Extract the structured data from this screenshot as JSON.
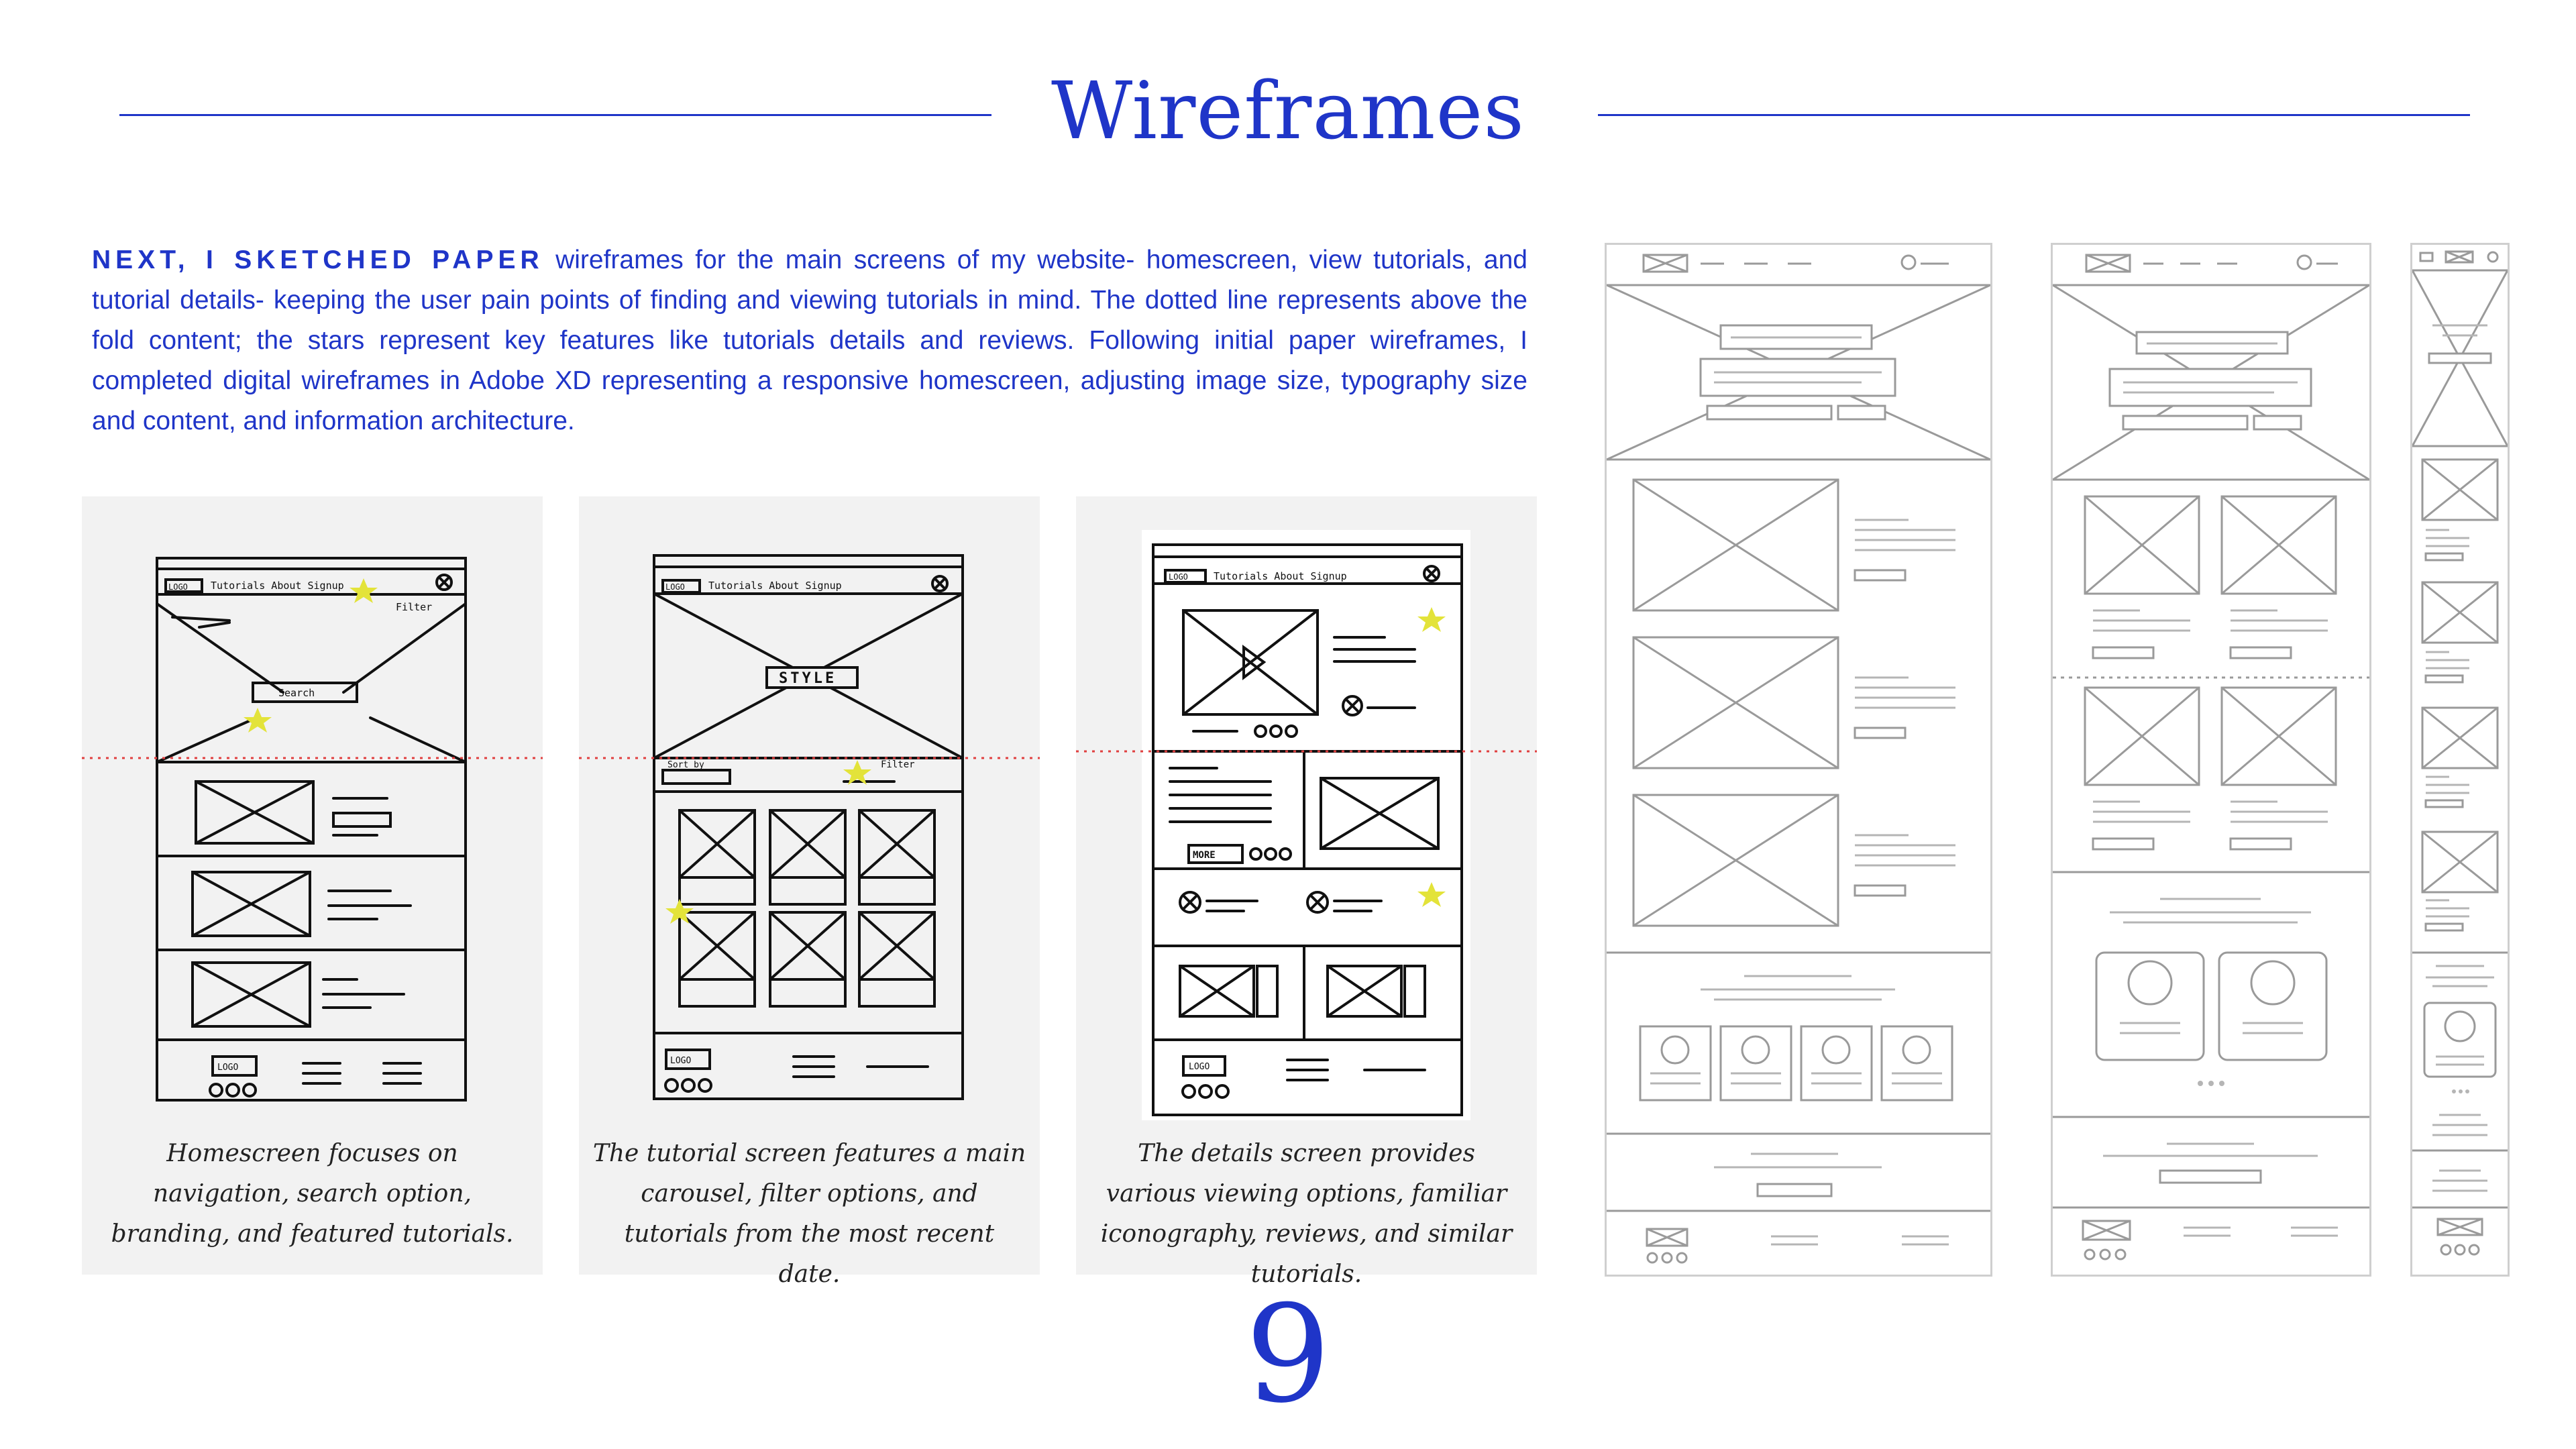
{
  "header": {
    "title": "Wireframes"
  },
  "intro": {
    "lead": "NEXT, I SKETCHED PAPER",
    "body": " wireframes for the main screens of my website- homescreen, view tutorials, and tutorial details- keeping the user pain points of finding and viewing tutorials in mind. The dotted line represents above the fold content; the stars represent key features like tutorials details and reviews. Following initial paper wireframes, I completed digital wireframes in Adobe XD representing a responsive homescreen, adjusting image size, typography size and content, and information architecture."
  },
  "sketches": [
    {
      "caption": "Homescreen focuses on navigation, search option, branding, and featured tutorials.",
      "nav_logo": "LOGO",
      "nav_links": "Tutorials About Signup",
      "filter": "Filter",
      "search": "Search",
      "footer_logo": "LOGO"
    },
    {
      "caption": "The tutorial screen features a main carousel, filter options, and tutorials from the most recent date.",
      "nav_logo": "LOGO",
      "nav_links": "Tutorials About Signup",
      "hero_word": "STYLE",
      "sort": "Sort by",
      "filter": "Filter",
      "footer_logo": "LOGO"
    },
    {
      "caption": "The details screen provides various viewing options, familiar iconography, reviews, and similar tutorials.",
      "nav_logo": "LOGO",
      "nav_links": "Tutorials About Signup",
      "more": "MORE",
      "footer_logo": "LOGO"
    }
  ],
  "digital_wireframes": [
    {
      "variant": "desktop"
    },
    {
      "variant": "tablet"
    },
    {
      "variant": "mobile"
    }
  ],
  "page_number": "9",
  "colors": {
    "accent": "#1f35c8",
    "sketch_bg": "#f2f2f2",
    "star": "#e3e33a",
    "fold_line": "#e04040",
    "wire": "#9a9a9a"
  }
}
